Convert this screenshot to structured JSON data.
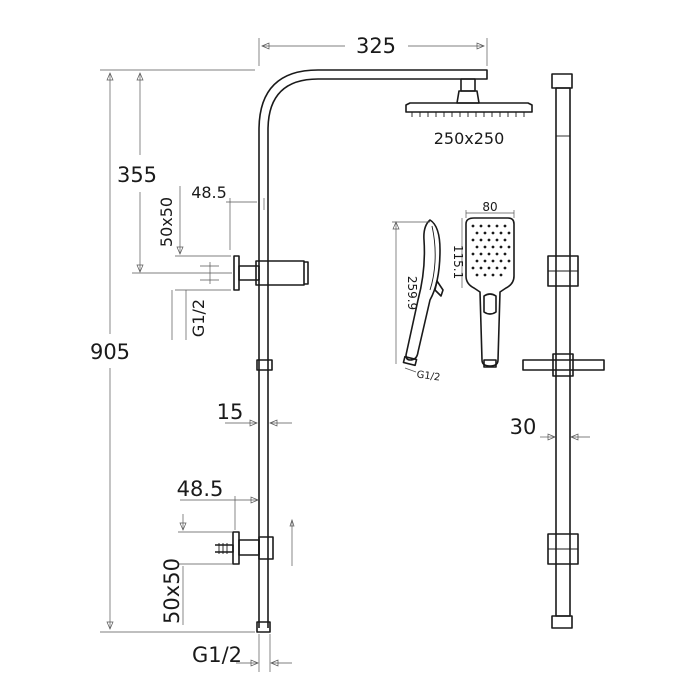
{
  "dimensions": {
    "arm_reach": "325",
    "head_size": "250x250",
    "drop_height": "355",
    "total_height": "905",
    "upper_offset": "48.5",
    "upper_bracket": "50x50",
    "upper_thread": "G1/2",
    "rail_diameter": "15",
    "lower_offset": "48.5",
    "lower_bracket": "50x50",
    "bottom_thread": "G1/2",
    "side_width": "30"
  },
  "handshower": {
    "length": "259.9",
    "face_width": "80",
    "face_height": "115.1",
    "thread": "G1/2"
  },
  "colors": {
    "line": "#1a1a1a",
    "dimension_line": "#555555",
    "background": "#ffffff"
  }
}
